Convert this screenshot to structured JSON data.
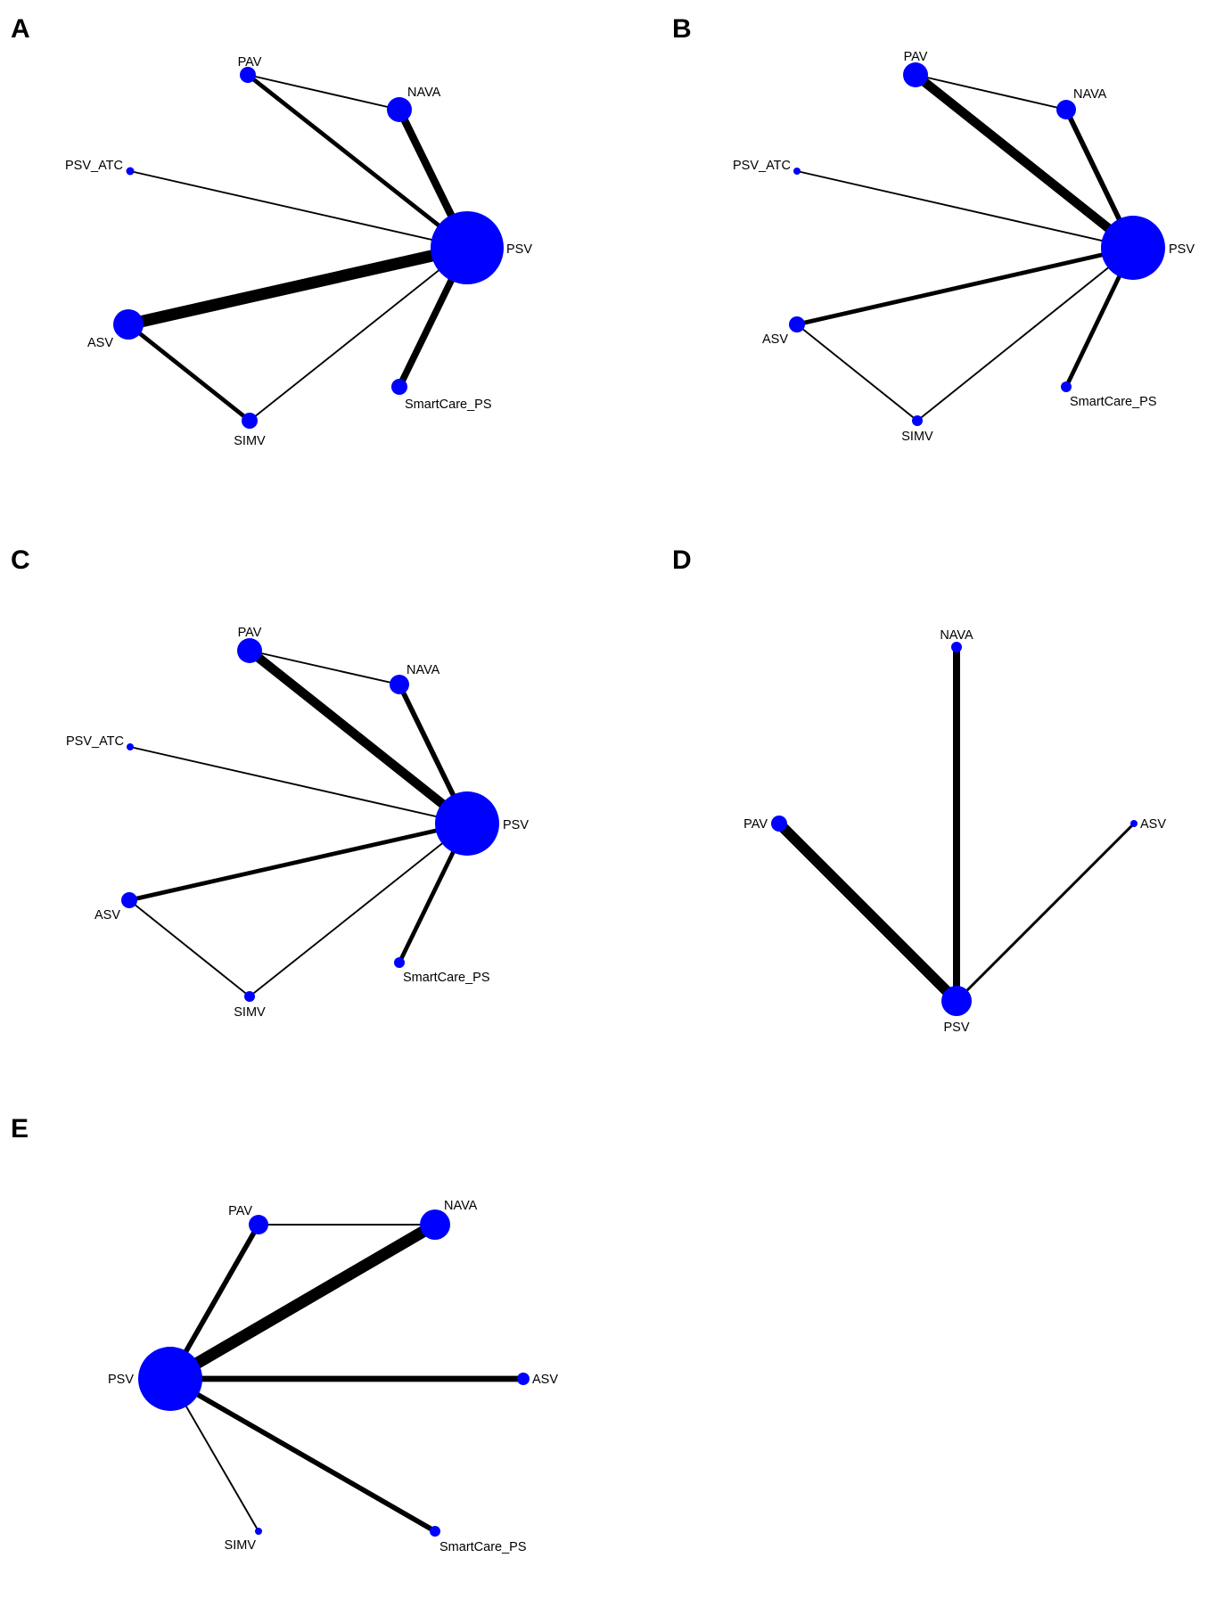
{
  "colors": {
    "node": "#0000ff",
    "edge": "#000000",
    "background": "#ffffff"
  },
  "panels": [
    {
      "letter": "A",
      "nodes": [
        {
          "id": "PAV",
          "label": "PAV",
          "size": 2
        },
        {
          "id": "NAVA",
          "label": "NAVA",
          "size": 3
        },
        {
          "id": "PSV_ATC",
          "label": "PSV_ATC",
          "size": 1
        },
        {
          "id": "PSV",
          "label": "PSV",
          "size": 10
        },
        {
          "id": "ASV",
          "label": "ASV",
          "size": 4
        },
        {
          "id": "SIMV",
          "label": "SIMV",
          "size": 2
        },
        {
          "id": "SmartCare_PS",
          "label": "SmartCare_PS",
          "size": 2
        }
      ],
      "edges": [
        {
          "from": "PAV",
          "to": "NAVA",
          "weight": 1
        },
        {
          "from": "PAV",
          "to": "PSV",
          "weight": 2.5
        },
        {
          "from": "NAVA",
          "to": "PSV",
          "weight": 4.5
        },
        {
          "from": "PSV_ATC",
          "to": "PSV",
          "weight": 1
        },
        {
          "from": "ASV",
          "to": "PSV",
          "weight": 7
        },
        {
          "from": "ASV",
          "to": "SIMV",
          "weight": 2.5
        },
        {
          "from": "SIMV",
          "to": "PSV",
          "weight": 1
        },
        {
          "from": "SmartCare_PS",
          "to": "PSV",
          "weight": 4
        }
      ]
    },
    {
      "letter": "B",
      "nodes": [
        {
          "id": "PAV",
          "label": "PAV",
          "size": 3
        },
        {
          "id": "NAVA",
          "label": "NAVA",
          "size": 2
        },
        {
          "id": "PSV_ATC",
          "label": "PSV_ATC",
          "size": 1
        },
        {
          "id": "PSV",
          "label": "PSV",
          "size": 7
        },
        {
          "id": "ASV",
          "label": "ASV",
          "size": 2
        },
        {
          "id": "SIMV",
          "label": "SIMV",
          "size": 1
        },
        {
          "id": "SmartCare_PS",
          "label": "SmartCare_PS",
          "size": 1
        }
      ],
      "edges": [
        {
          "from": "PAV",
          "to": "NAVA",
          "weight": 1
        },
        {
          "from": "PAV",
          "to": "PSV",
          "weight": 5.5
        },
        {
          "from": "NAVA",
          "to": "PSV",
          "weight": 3
        },
        {
          "from": "PSV_ATC",
          "to": "PSV",
          "weight": 1
        },
        {
          "from": "ASV",
          "to": "PSV",
          "weight": 2.5
        },
        {
          "from": "ASV",
          "to": "SIMV",
          "weight": 1
        },
        {
          "from": "SIMV",
          "to": "PSV",
          "weight": 1
        },
        {
          "from": "SmartCare_PS",
          "to": "PSV",
          "weight": 2.5
        }
      ]
    },
    {
      "letter": "C",
      "nodes": [
        {
          "id": "PAV",
          "label": "PAV",
          "size": 3
        },
        {
          "id": "NAVA",
          "label": "NAVA",
          "size": 2
        },
        {
          "id": "PSV_ATC",
          "label": "PSV_ATC",
          "size": 1
        },
        {
          "id": "PSV",
          "label": "PSV",
          "size": 7
        },
        {
          "id": "ASV",
          "label": "ASV",
          "size": 2
        },
        {
          "id": "SIMV",
          "label": "SIMV",
          "size": 1
        },
        {
          "id": "SmartCare_PS",
          "label": "SmartCare_PS",
          "size": 1
        }
      ],
      "edges": [
        {
          "from": "PAV",
          "to": "NAVA",
          "weight": 1
        },
        {
          "from": "PAV",
          "to": "PSV",
          "weight": 5.5
        },
        {
          "from": "NAVA",
          "to": "PSV",
          "weight": 3
        },
        {
          "from": "PSV_ATC",
          "to": "PSV",
          "weight": 1
        },
        {
          "from": "ASV",
          "to": "PSV",
          "weight": 2.5
        },
        {
          "from": "ASV",
          "to": "SIMV",
          "weight": 1
        },
        {
          "from": "SIMV",
          "to": "PSV",
          "weight": 1
        },
        {
          "from": "SmartCare_PS",
          "to": "PSV",
          "weight": 2.5
        }
      ]
    },
    {
      "letter": "D",
      "nodes": [
        {
          "id": "NAVA",
          "label": "NAVA",
          "size": 1
        },
        {
          "id": "PAV",
          "label": "PAV",
          "size": 1.5
        },
        {
          "id": "ASV",
          "label": "ASV",
          "size": 0.6
        },
        {
          "id": "PSV",
          "label": "PSV",
          "size": 3
        }
      ],
      "edges": [
        {
          "from": "PAV",
          "to": "PSV",
          "weight": 6
        },
        {
          "from": "NAVA",
          "to": "PSV",
          "weight": 4
        },
        {
          "from": "ASV",
          "to": "PSV",
          "weight": 1.5
        }
      ]
    },
    {
      "letter": "E",
      "nodes": [
        {
          "id": "PAV",
          "label": "PAV",
          "size": 2
        },
        {
          "id": "NAVA",
          "label": "NAVA",
          "size": 3
        },
        {
          "id": "PSV",
          "label": "PSV",
          "size": 10
        },
        {
          "id": "ASV",
          "label": "ASV",
          "size": 1
        },
        {
          "id": "SIMV",
          "label": "SIMV",
          "size": 0.5
        },
        {
          "id": "SmartCare_PS",
          "label": "SmartCare_PS",
          "size": 1
        }
      ],
      "edges": [
        {
          "from": "PAV",
          "to": "NAVA",
          "weight": 1
        },
        {
          "from": "PAV",
          "to": "PSV",
          "weight": 3
        },
        {
          "from": "NAVA",
          "to": "PSV",
          "weight": 7
        },
        {
          "from": "ASV",
          "to": "PSV",
          "weight": 3.5
        },
        {
          "from": "SIMV",
          "to": "PSV",
          "weight": 1
        },
        {
          "from": "SmartCare_PS",
          "to": "PSV",
          "weight": 3
        }
      ]
    }
  ]
}
